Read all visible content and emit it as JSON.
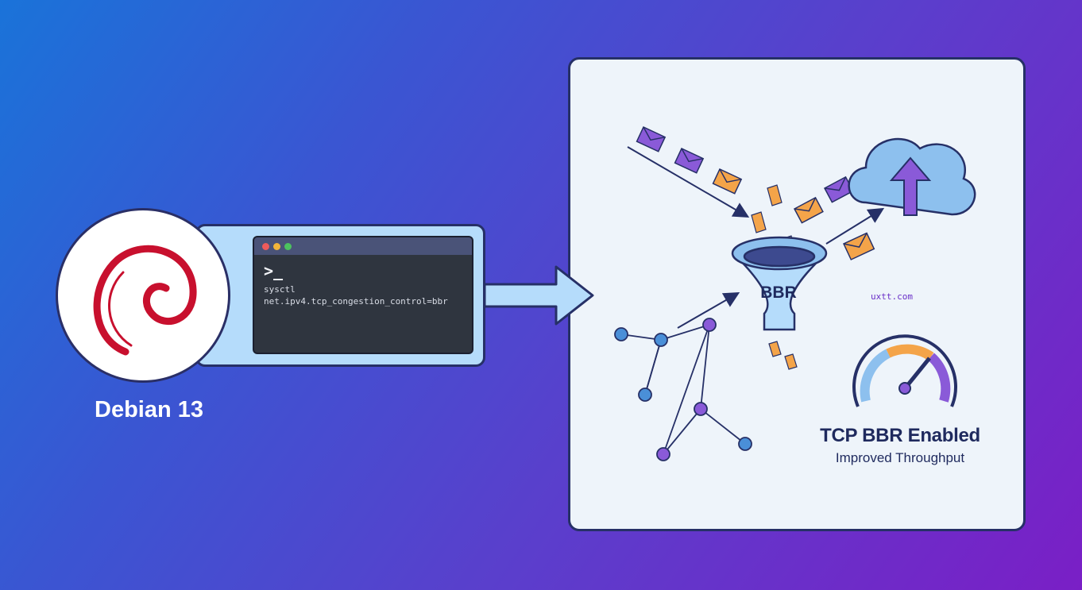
{
  "os": {
    "name": "Debian 13",
    "logo": "debian-swirl-icon"
  },
  "terminal": {
    "prompt": ">_",
    "command_line1": "sysctl",
    "command_line2": "net.ipv4.tcp_congestion_control=bbr"
  },
  "diagram": {
    "funnel_label": "BBR",
    "watermark": "uxtt.com",
    "status_title": "TCP BBR Enabled",
    "status_subtitle": "Improved Throughput"
  },
  "colors": {
    "purple": "#8a5ad8",
    "orange": "#f4a449",
    "navy": "#263067",
    "blue": "#4a8fd8"
  }
}
